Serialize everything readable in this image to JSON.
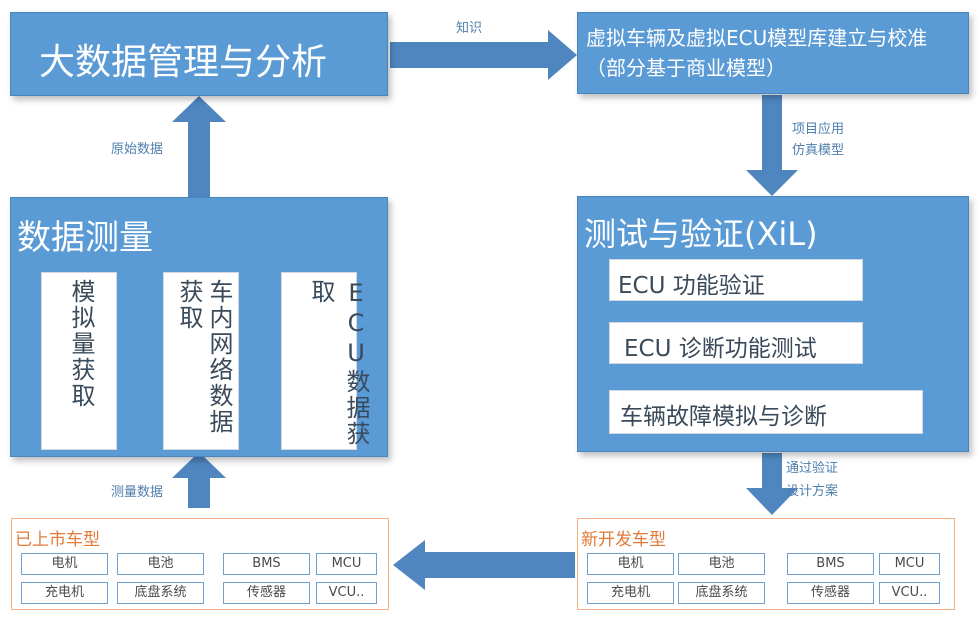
{
  "top_left": {
    "title": "大数据管理与分析"
  },
  "top_right": {
    "title": "虚拟车辆及虚拟ECU模型库建立与校准（部分基于商业模型）"
  },
  "arrow_labels": {
    "knowledge": "知识",
    "raw_data": "原始数据",
    "project_app_line1": "项目应用",
    "project_app_line2": "仿真模型",
    "measure_data": "测量数据",
    "verify_line1": "通过验证",
    "verify_line2": "设计方案"
  },
  "measurement": {
    "title": "数据测量",
    "cards": [
      {
        "text": "模拟量获取"
      },
      {
        "text_col1": "获取",
        "text_col2": "车内网络数据"
      },
      {
        "text": "ECU数据获取"
      }
    ]
  },
  "test": {
    "title": "测试与验证(XiL)",
    "items": [
      "ECU 功能验证",
      "ECU 诊断功能测试",
      "车辆故障模拟与诊断"
    ]
  },
  "existing_models": {
    "title": "已上市车型",
    "chips": [
      "电机",
      "电池",
      "BMS",
      "MCU",
      "充电机",
      "底盘系统",
      "传感器",
      "VCU.."
    ]
  },
  "new_models": {
    "title": "新开发车型",
    "chips": [
      "电机",
      "电池",
      "BMS",
      "MCU",
      "充电机",
      "底盘系统",
      "传感器",
      "VCU.."
    ]
  },
  "colors": {
    "box_blue": "#5b9bd5",
    "arrow_blue": "#4f86c0",
    "orange": "#e07b39"
  }
}
